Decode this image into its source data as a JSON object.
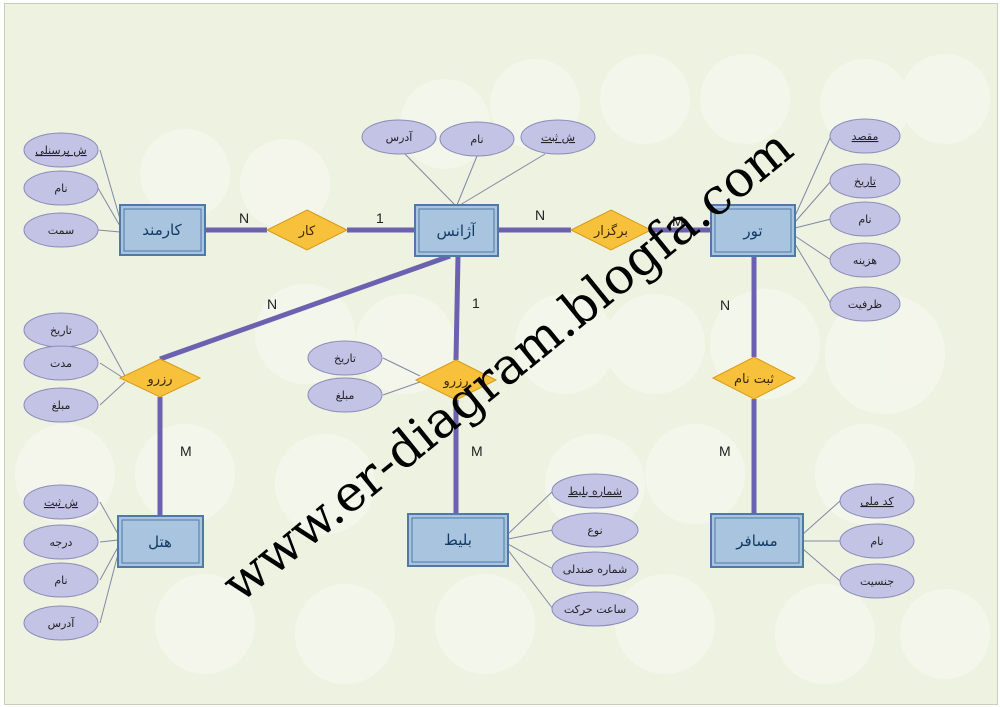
{
  "diagram": {
    "entities": {
      "employee": "کارمند",
      "agency": "آژانس",
      "tour": "تور",
      "hotel": "هتل",
      "ticket": "بلیط",
      "passenger": "مسافر"
    },
    "relationships": {
      "work": "کار",
      "organize": "برگزار",
      "reserve_hotel": "رزرو",
      "reserve_ticket": "رزرو",
      "register": "ثبت نام"
    },
    "attributes": {
      "employee": [
        {
          "label": "ش پرسنلی",
          "key": true
        },
        {
          "label": "نام",
          "key": false
        },
        {
          "label": "سمت",
          "key": false
        }
      ],
      "agency": [
        {
          "label": "آدرس",
          "key": false
        },
        {
          "label": "نام",
          "key": false
        },
        {
          "label": "ش ثبت",
          "key": true
        }
      ],
      "tour": [
        {
          "label": "مقصد",
          "key": true
        },
        {
          "label": "تاریخ",
          "key": true
        },
        {
          "label": "نام",
          "key": false
        },
        {
          "label": "هزینه",
          "key": false
        },
        {
          "label": "ظرفیت",
          "key": false
        }
      ],
      "reserve_hotel": [
        {
          "label": "تاریخ",
          "key": false
        },
        {
          "label": "مدت",
          "key": false
        },
        {
          "label": "مبلغ",
          "key": false
        }
      ],
      "reserve_ticket": [
        {
          "label": "تاریخ",
          "key": false
        },
        {
          "label": "مبلغ",
          "key": false
        }
      ],
      "hotel": [
        {
          "label": "ش ثبت",
          "key": true
        },
        {
          "label": "درجه",
          "key": false
        },
        {
          "label": "نام",
          "key": false
        },
        {
          "label": "آدرس",
          "key": false
        }
      ],
      "ticket": [
        {
          "label": "شماره بلیط",
          "key": true
        },
        {
          "label": "نوع",
          "key": false
        },
        {
          "label": "شماره صندلی",
          "key": false
        },
        {
          "label": "ساعت حرکت",
          "key": false
        }
      ],
      "passenger": [
        {
          "label": "کد ملی",
          "key": true
        },
        {
          "label": "نام",
          "key": false
        },
        {
          "label": "جنسیت",
          "key": false
        }
      ]
    },
    "cardinalities": {
      "employee_work": "N",
      "agency_work": "1",
      "agency_organize": "N",
      "tour_organize": "M",
      "agency_reserve_hotel": "N",
      "hotel_reserve_hotel": "M",
      "agency_reserve_ticket": "1",
      "ticket_reserve_ticket": "M",
      "tour_register": "N",
      "passenger_register": "M"
    },
    "watermark": "www.er-diagram.blogfa.com",
    "colors": {
      "background": "#eef2e0",
      "entity_fill": "#a9c4de",
      "entity_border": "#4f79a6",
      "attribute_fill": "#c3c3e6",
      "relationship_fill": "#f7c13c",
      "connector": "#6a62b0"
    }
  }
}
